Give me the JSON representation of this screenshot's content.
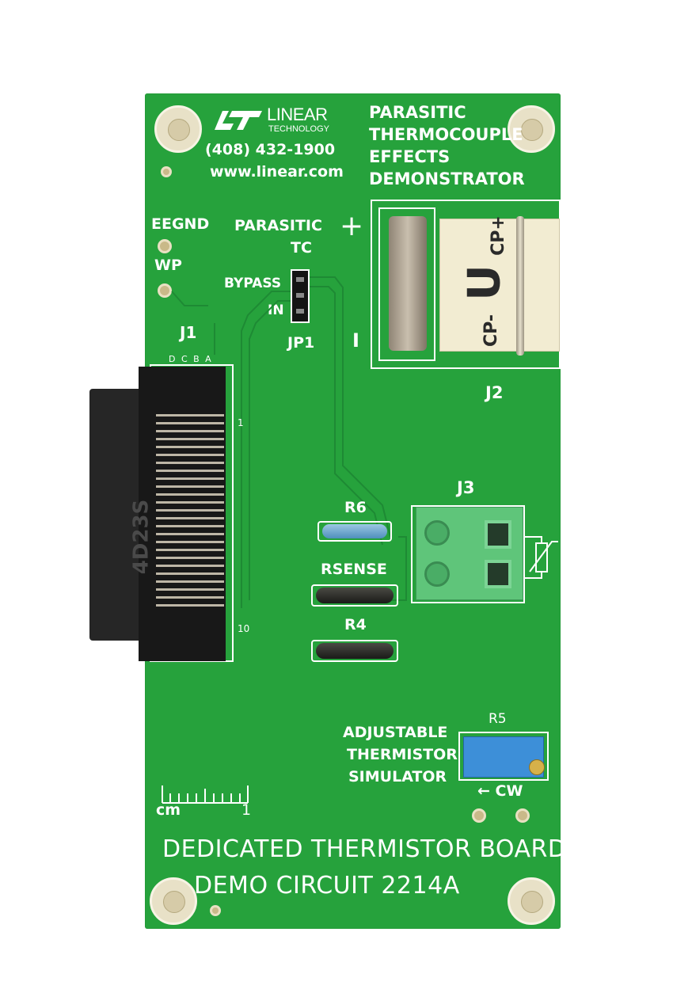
{
  "logo": {
    "brand_line1": "LINEAR",
    "brand_line2": "TECHNOLOGY"
  },
  "contact": {
    "phone": "(408) 432-1900",
    "web": "www.linear.com"
  },
  "title": {
    "lines": [
      "PARASITIC",
      "THERMOCOUPLE",
      "EFFECTS",
      "DEMONSTRATOR"
    ]
  },
  "labels": {
    "eegnd": "EEGND",
    "wp": "WP",
    "parasitic": "PARASITIC",
    "tc": "TC",
    "bypass": "BYPASS",
    "in": "IN",
    "jp1": "JP1",
    "plus": "+",
    "minus": "I",
    "j1": "J1",
    "j1_cols": "D C B A",
    "j1_pin1": "1",
    "j1_pin10": "10",
    "j2": "J2",
    "j3": "J3",
    "r6": "R6",
    "rsense": "RSENSE",
    "r4": "R4",
    "r5": "R5",
    "adj_line1": "ADJUSTABLE",
    "adj_line2": "THERMISTOR",
    "adj_line3": "SIMULATOR",
    "cw": "← CW",
    "cm": "cm",
    "ruler_one": "1",
    "connector_code": "4D23S",
    "tc_plug_top": "CP+",
    "tc_plug_mid": "U",
    "tc_plug_bot": "CP-"
  },
  "footer": {
    "line1": "DEDICATED THERMISTOR BOARD",
    "line2": "DEMO CIRCUIT 2214A"
  },
  "colors": {
    "pcb_green": "#26a23c",
    "silkscreen": "#ffffff",
    "terminal_block": "#5fc57a",
    "connector_black": "#1d1d1d",
    "trim_pot_blue": "#3d8fd8",
    "plug_cream": "#f2ecd2"
  }
}
